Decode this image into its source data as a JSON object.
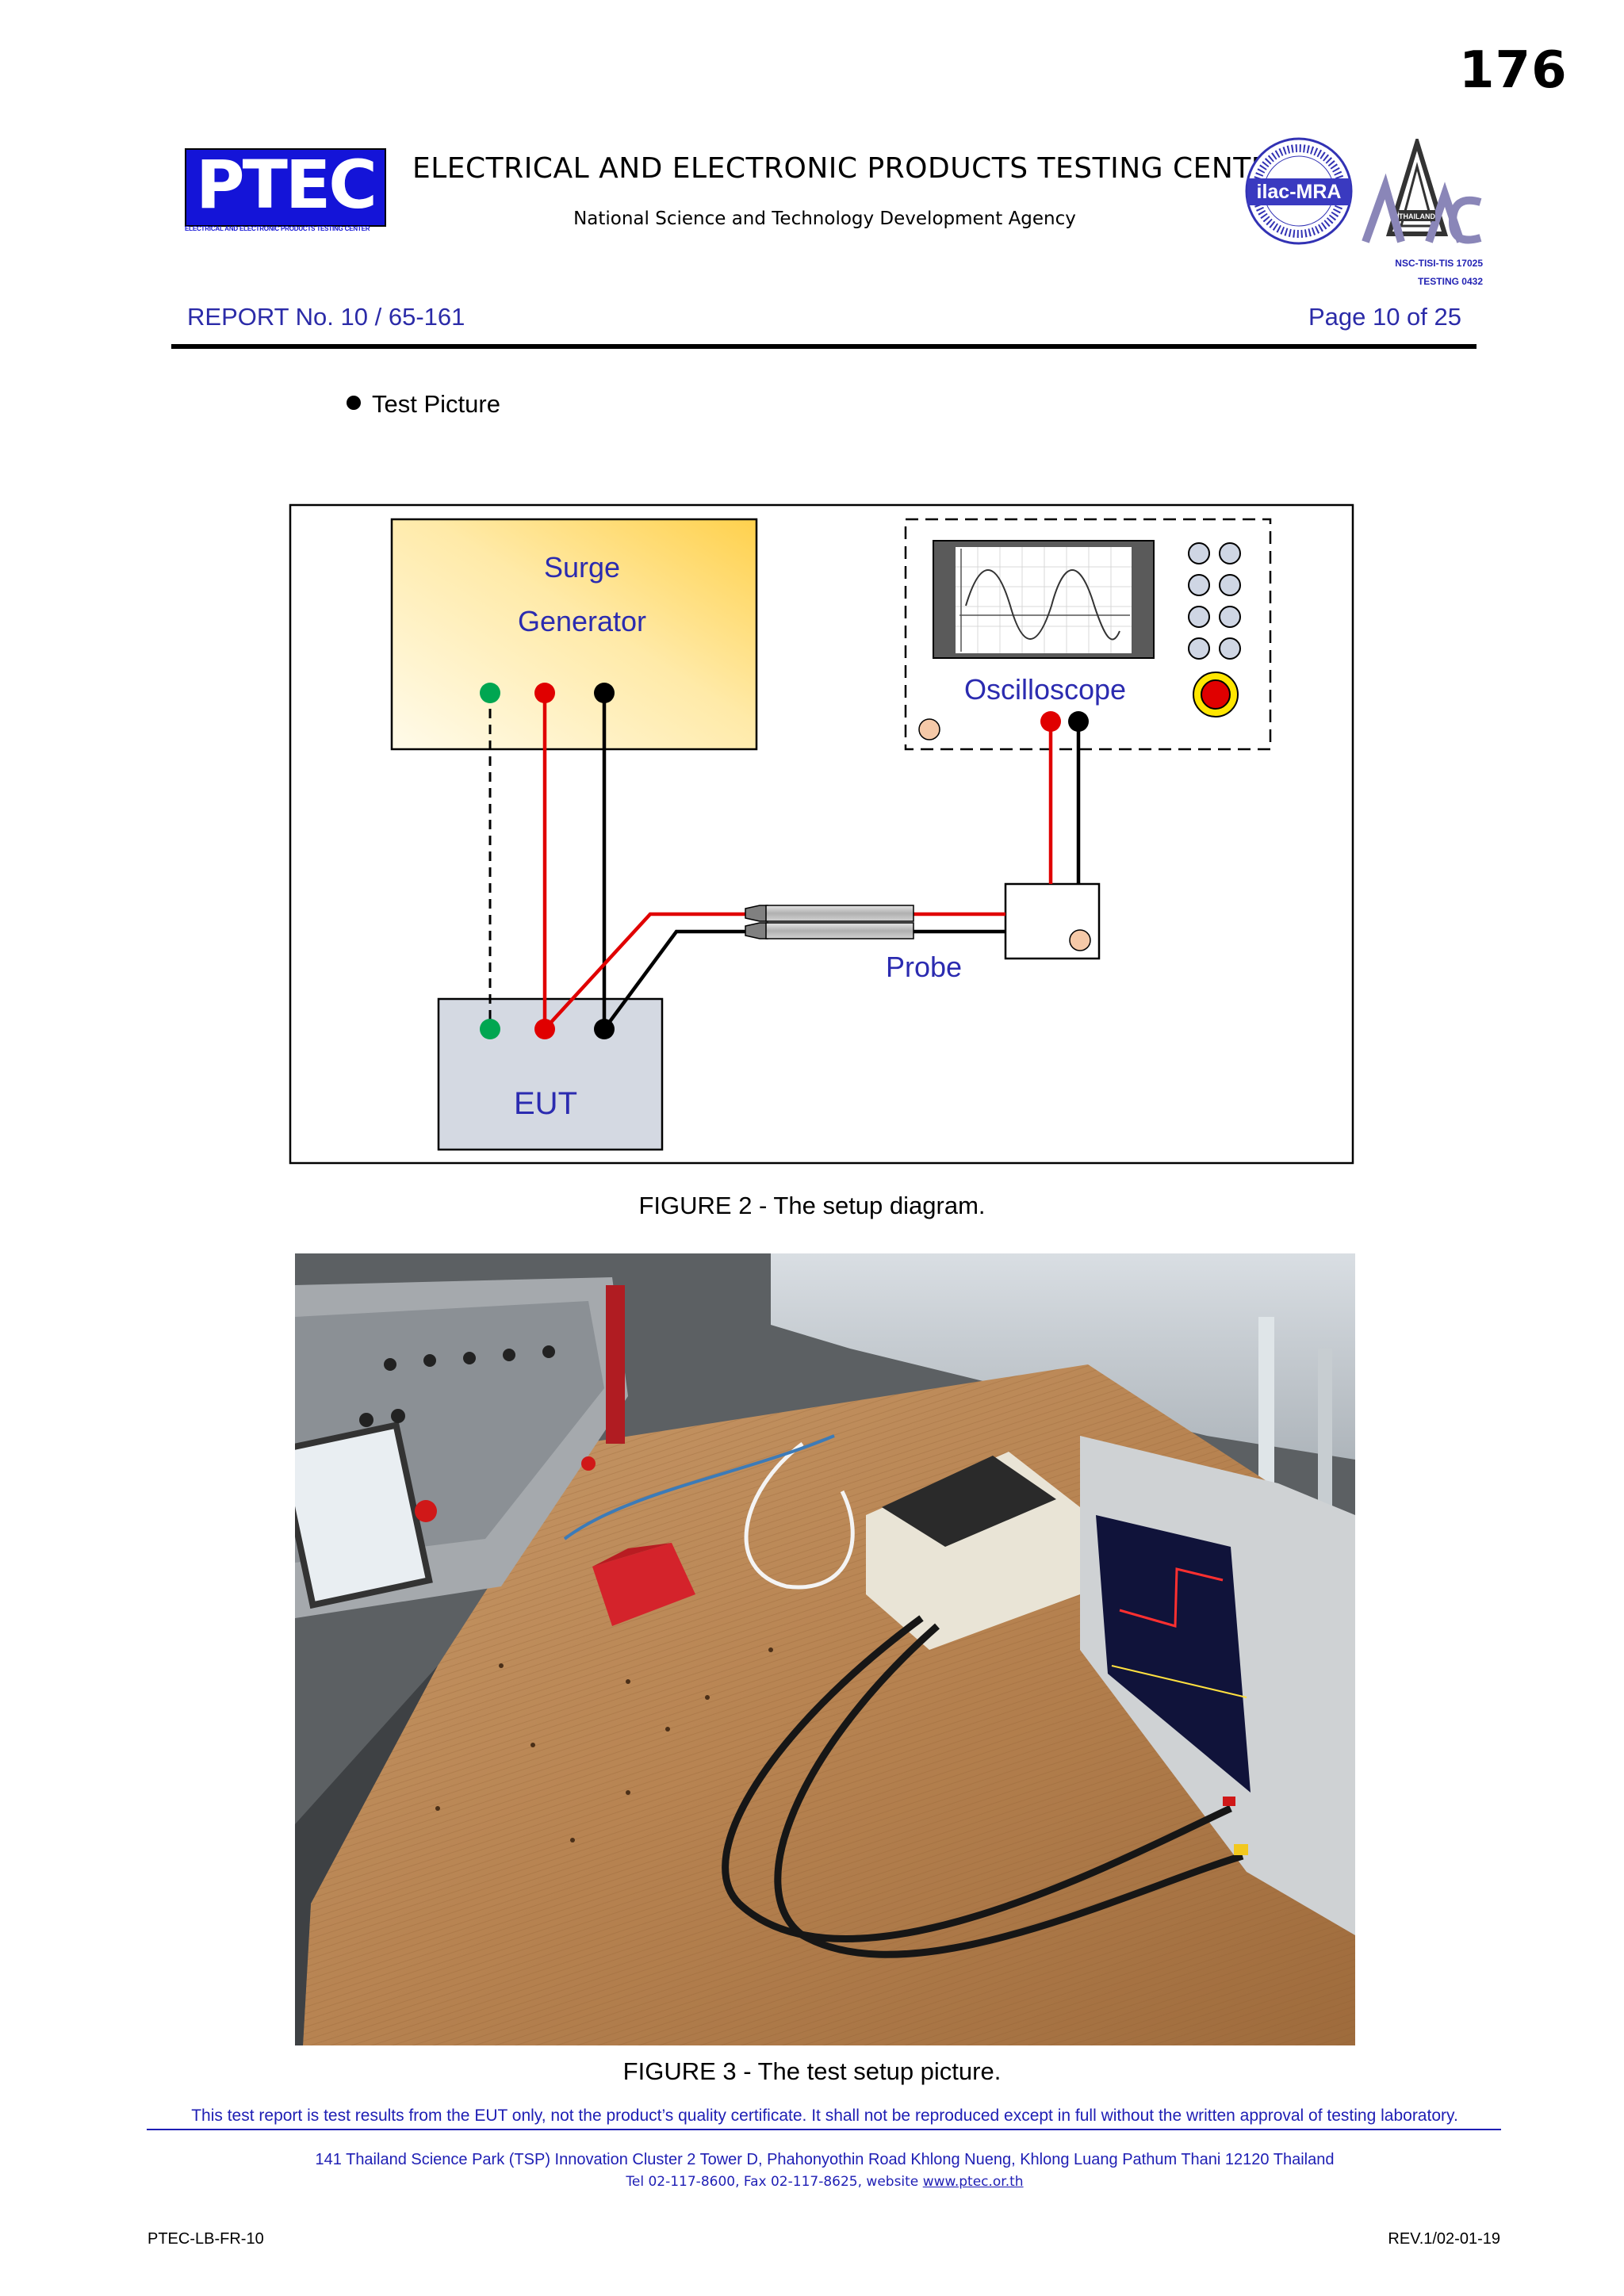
{
  "header": {
    "page_number": "176",
    "logo": "PTEC",
    "logo_subtitle": "ELECTRICAL AND ELECTRONIC PRODUCTS TESTING CENTER",
    "title": "ELECTRICAL AND ELECTRONIC PRODUCTS TESTING CENTER",
    "agency": "National Science and Technology Development Agency",
    "ilac_logo": "ilac-MRA",
    "nac_logo": "THAILAND",
    "accreditation_line1": "NSC-TISI-TIS 17025",
    "accreditation_line2": "TESTING 0432",
    "report_no": "REPORT No. 10 / 65-161",
    "page_of": "Page 10 of 25"
  },
  "section": {
    "title": "Test Picture"
  },
  "diagram": {
    "surge_generator_line1": "Surge",
    "surge_generator_line2": "Generator",
    "oscilloscope_label": "Oscilloscope",
    "probe_label": "Probe",
    "eut_label": "EUT",
    "colors": {
      "live": "#ff0000",
      "neutral": "#000000",
      "ground": "#00a651",
      "label_text": "#2b2bb0"
    }
  },
  "figure2_caption": {
    "label": "FIGURE 2 -",
    "text": " The setup diagram."
  },
  "figure3_caption": {
    "label": "FIGURE 3 -",
    "text": " The test setup picture."
  },
  "footer": {
    "disclaimer": "This test report is test results from the EUT only, not the product’s quality certificate. It shall not be reproduced except in full without the written approval of testing laboratory.",
    "address": "141 Thailand Science Park (TSP) Innovation Cluster 2 Tower D, Phahonyothin Road Khlong Nueng, Khlong Luang Pathum Thani 12120 Thailand",
    "contact_prefix": "Tel 02-117-8600, Fax 02-117-8625, website ",
    "website": "www.ptec.or.th",
    "form_id": "PTEC-LB-FR-10",
    "revision": "REV.1/02-01-19"
  }
}
